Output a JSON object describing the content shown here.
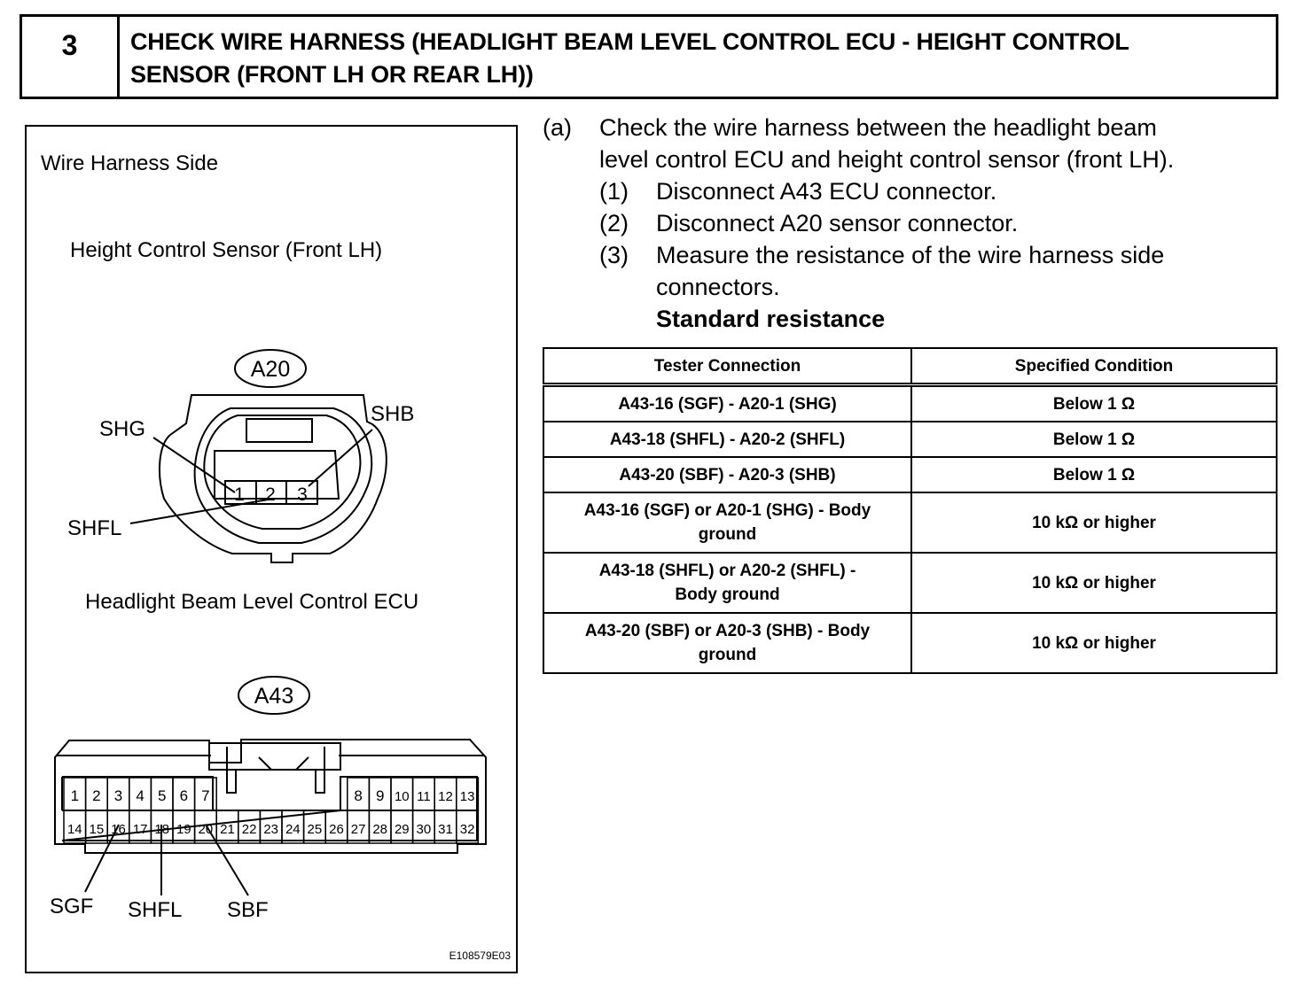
{
  "step": {
    "number": "3",
    "title_line1": "CHECK WIRE HARNESS (HEADLIGHT BEAM LEVEL CONTROL ECU - HEIGHT CONTROL",
    "title_line2": "SENSOR (FRONT LH OR REAR LH))"
  },
  "diagram": {
    "side_label": "Wire Harness Side",
    "sensor_title": "Height Control Sensor (Front LH)",
    "sensor_connector": "A20",
    "sensor_terminals": [
      "1",
      "2",
      "3"
    ],
    "sensor_labels": {
      "shg": "SHG",
      "shb": "SHB",
      "shfl": "SHFL"
    },
    "ecu_title": "Headlight Beam Level Control ECU",
    "ecu_connector": "A43",
    "ecu_row1_left": [
      "1",
      "2",
      "3",
      "4",
      "5",
      "6",
      "7"
    ],
    "ecu_row1_right": [
      "8",
      "9",
      "10",
      "11",
      "12",
      "13"
    ],
    "ecu_row2": [
      "14",
      "15",
      "16",
      "17",
      "18",
      "19",
      "20",
      "21",
      "22",
      "23",
      "24",
      "25",
      "26",
      "27",
      "28",
      "29",
      "30",
      "31",
      "32"
    ],
    "ecu_labels": {
      "sgf": "SGF",
      "shfl": "SHFL",
      "sbf": "SBF"
    },
    "figure_code": "E108579E03"
  },
  "instructions": {
    "a_label": "(a)",
    "a_line1": "Check the wire harness between the headlight beam",
    "a_line2": "level control ECU and height control sensor (front LH).",
    "steps": [
      {
        "label": "(1)",
        "text": "Disconnect A43 ECU connector."
      },
      {
        "label": "(2)",
        "text": "Disconnect A20 sensor connector."
      },
      {
        "label": "(3)",
        "text": "Measure the resistance of the wire harness side"
      }
    ],
    "step3_cont": "connectors.",
    "standard": "Standard resistance"
  },
  "table": {
    "headers": [
      "Tester Connection",
      "Specified Condition"
    ],
    "rows": [
      {
        "conn": "A43-16 (SGF) - A20-1 (SHG)",
        "cond": "Below 1 Ω"
      },
      {
        "conn": "A43-18 (SHFL) - A20-2 (SHFL)",
        "cond": "Below 1 Ω"
      },
      {
        "conn": "A43-20 (SBF) - A20-3 (SHB)",
        "cond": "Below 1 Ω"
      },
      {
        "conn_l1": "A43-16 (SGF) or A20-1 (SHG) - Body",
        "conn_l2": "ground",
        "cond": "10 kΩ or higher"
      },
      {
        "conn_l1": "A43-18 (SHFL) or A20-2 (SHFL) -",
        "conn_l2": "Body ground",
        "cond": "10 kΩ or higher"
      },
      {
        "conn_l1": "A43-20 (SBF) or A20-3 (SHB) - Body",
        "conn_l2": "ground",
        "cond": "10 kΩ or higher"
      }
    ]
  }
}
